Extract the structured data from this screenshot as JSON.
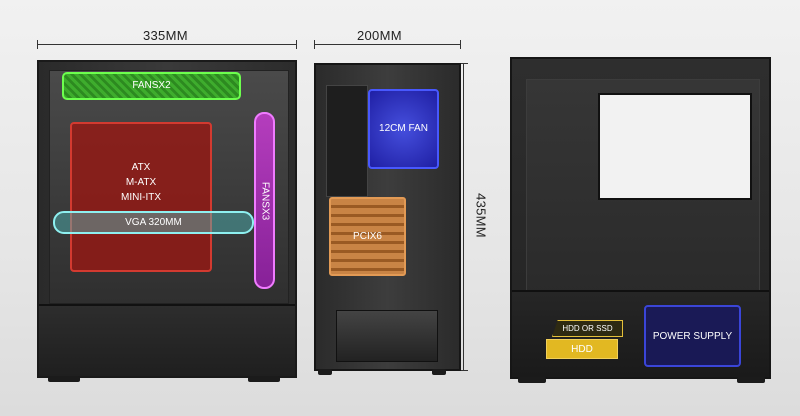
{
  "dimensions": {
    "width_label": "335MM",
    "depth_label": "200MM",
    "height_label": "435MM"
  },
  "overlays": {
    "fans_top": "FANSX2",
    "motherboard": [
      "ATX",
      "M-ATX",
      "MINI-ITX"
    ],
    "vga": "VGA 320MM",
    "fans_front": "FANSX3",
    "rear_fan": "12CM FAN",
    "pci": "PCIX6",
    "hdd_or_ssd": "HDD OR SSD",
    "hdd": "HDD",
    "psu": "POWER SUPPLY"
  },
  "colors": {
    "fans_top": "#3cbe28",
    "motherboard": "#961914",
    "vga": "#8ef0f0",
    "fans_front": "#c83cd2",
    "rear_fan": "#3a46e6",
    "pci": "#c98445",
    "hdd": "#e2b822",
    "psu": "#1a1a5f"
  }
}
